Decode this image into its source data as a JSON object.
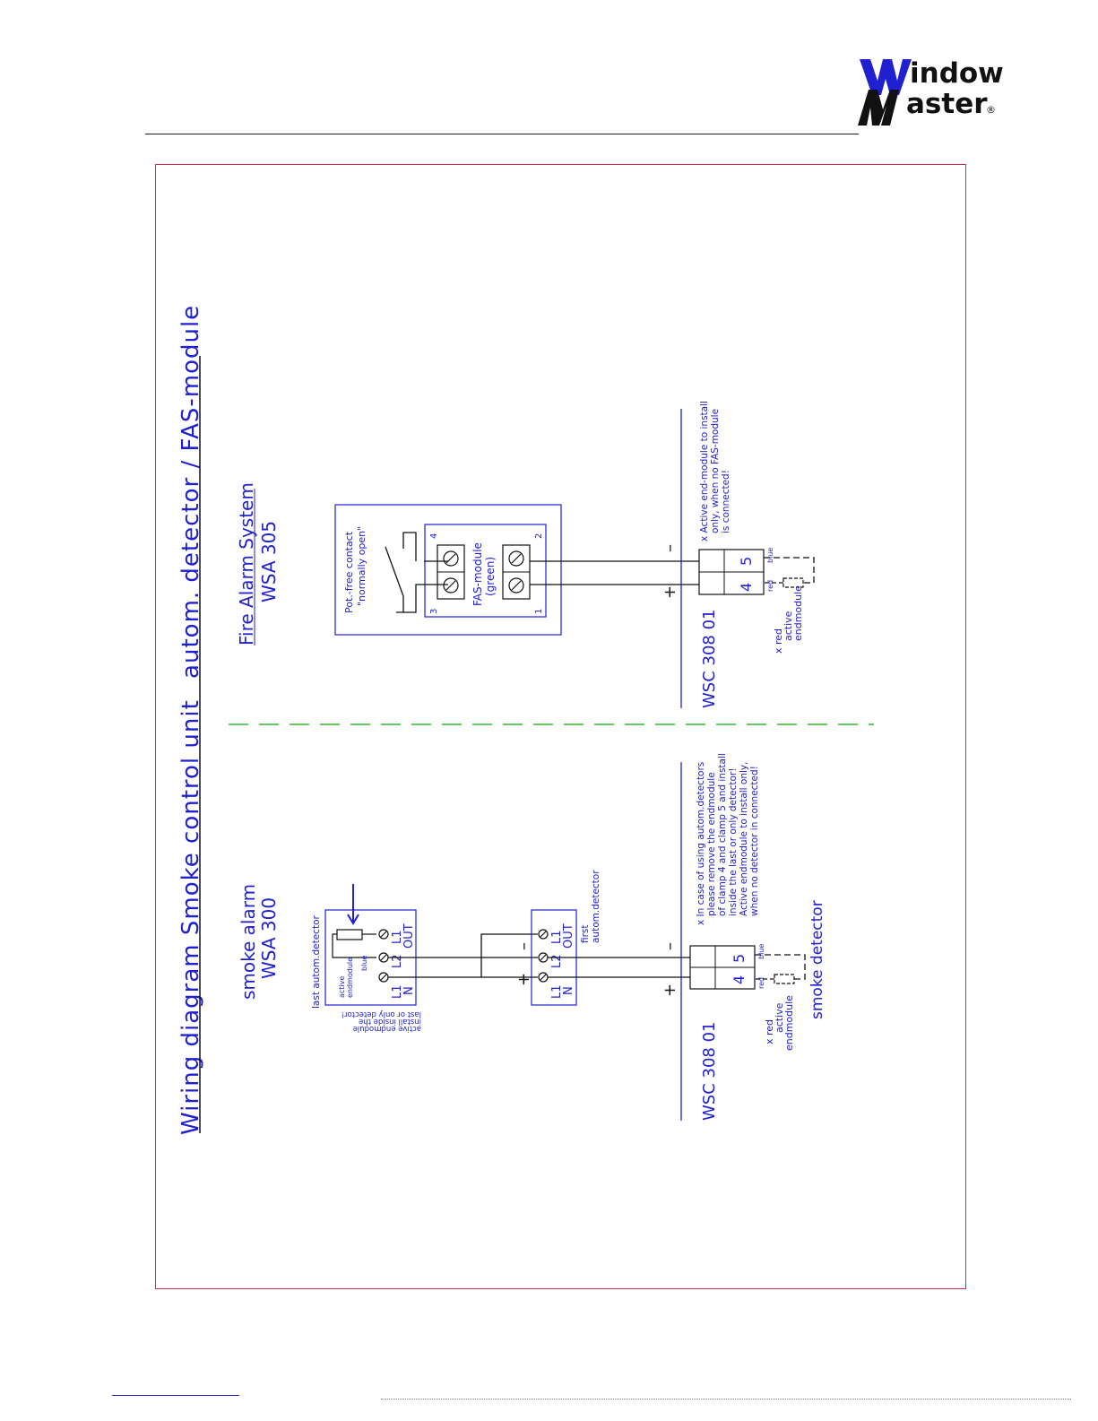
{
  "brand": {
    "logo_line1": "indow",
    "logo_line2": "aster",
    "logo_mark": "®",
    "accent_color": "#2020d0",
    "frame_color": "#d6284a",
    "separator_color": "#2fb52f"
  },
  "diagram": {
    "title_part1": "Wiring diagram Smoke control unit",
    "title_part2": "autom. detector / FAS-module",
    "right": {
      "system_title": "Fire Alarm System",
      "system_model": "WSA 305",
      "contact_label": "Pot.-free contact",
      "contact_sub": "\"normally open\"",
      "module_label": "FAS-module",
      "module_color": "(green)",
      "pin_1": "1",
      "pin_2": "2",
      "pin_3": "3",
      "pin_4": "4",
      "unit": "WSC 308 01",
      "plus": "+",
      "minus": "–",
      "clamp_4": "4",
      "clamp_5": "5",
      "wire_red": "red",
      "wire_blue": "blue",
      "note_line1": "x Active end-module to install",
      "note_line2": "only, when no FAS-module",
      "note_line3": "is connected!",
      "endmodule_1": "x red",
      "endmodule_2": "active",
      "endmodule_3": "endmodule"
    },
    "left": {
      "alarm_title": "smoke alarm",
      "alarm_model": "WSA 300",
      "last_detector": "last autom.detector",
      "active_end_1": "active",
      "active_end_2": "endmodule",
      "terminal_L1": "L1",
      "terminal_L2": "L2",
      "terminal_N": "N",
      "terminal_OUT": "OUT",
      "wire_blue": "blue",
      "install_note_1": "active endmodule",
      "install_note_2": "install inside the",
      "install_note_3": "last or only detector!",
      "first_detector_1": "first",
      "first_detector_2": "autom.detector",
      "plus": "+",
      "minus": "–",
      "unit": "WSC 308 01",
      "clamp_4": "4",
      "clamp_5": "5",
      "wire_red": "red",
      "wire_blue2": "blue",
      "note_1": "x In case of using autom.detectors",
      "note_2": "please remove the endmodule",
      "note_3": "of clamp 4 and clamp 5 and install",
      "note_4": "inside the last or only detector!",
      "note_5": "Active endmodule to install only,",
      "note_6": "when no detector in connected!",
      "endmodule_1": "x red",
      "endmodule_2": "active",
      "endmodule_3": "endmodule",
      "caption": "smoke detector"
    }
  }
}
